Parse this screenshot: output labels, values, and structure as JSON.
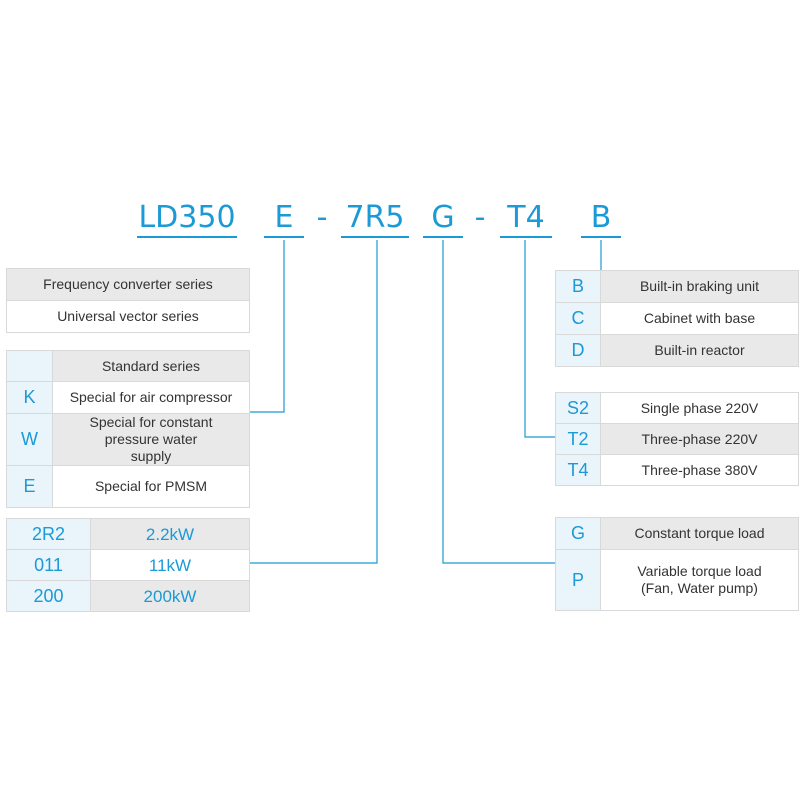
{
  "code": {
    "series": "LD350",
    "variant": "E",
    "power": "7R5",
    "load": "G",
    "voltage": "T4",
    "option": "B",
    "dash": "-"
  },
  "frequency": {
    "rows": [
      "Frequency converter series",
      "Universal vector series"
    ]
  },
  "variant": {
    "rows": [
      {
        "key": "",
        "label": "Standard series"
      },
      {
        "key": "K",
        "label": "Special for air compressor"
      },
      {
        "key": "W",
        "label": "Special for constant pressure water supply"
      },
      {
        "key": "E",
        "label": "Special for PMSM"
      }
    ]
  },
  "power": {
    "rows": [
      {
        "key": "2R2",
        "label": "2.2kW"
      },
      {
        "key": "011",
        "label": "11kW"
      },
      {
        "key": "200",
        "label": "200kW"
      }
    ]
  },
  "option": {
    "rows": [
      {
        "key": "B",
        "label": "Built-in braking unit"
      },
      {
        "key": "C",
        "label": "Cabinet with base"
      },
      {
        "key": "D",
        "label": "Built-in reactor"
      }
    ]
  },
  "voltage": {
    "rows": [
      {
        "key": "S2",
        "label": "Single phase 220V"
      },
      {
        "key": "T2",
        "label": "Three-phase 220V"
      },
      {
        "key": "T4",
        "label": "Three-phase 380V"
      }
    ]
  },
  "load": {
    "rows": [
      {
        "key": "G",
        "label": "Constant torque load"
      },
      {
        "key": "P",
        "label": "Variable torque load (Fan, Water pump)"
      }
    ]
  },
  "colors": {
    "accent": "#1a9ad6",
    "key_bg": "#eaf4fb",
    "row_gray": "#e9e9e9",
    "border": "#d9d9d9"
  }
}
